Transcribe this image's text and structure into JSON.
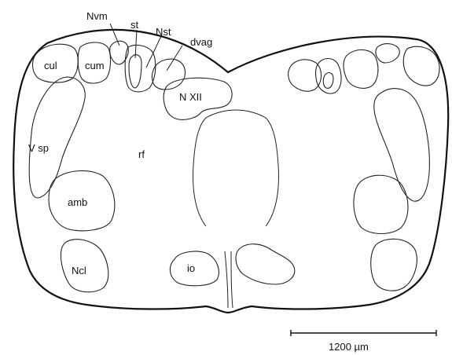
{
  "labels": {
    "nvm": "Nvm",
    "st": "st",
    "nst": "Nst",
    "dvag": "dvag",
    "cul": "cul",
    "cum": "cum",
    "nxii": "N XII",
    "vsp": "V sp",
    "rf": "rf",
    "amb": "amb",
    "io": "io",
    "ncl": "Ncl"
  },
  "scale_bar": {
    "label": "1200 µm"
  }
}
